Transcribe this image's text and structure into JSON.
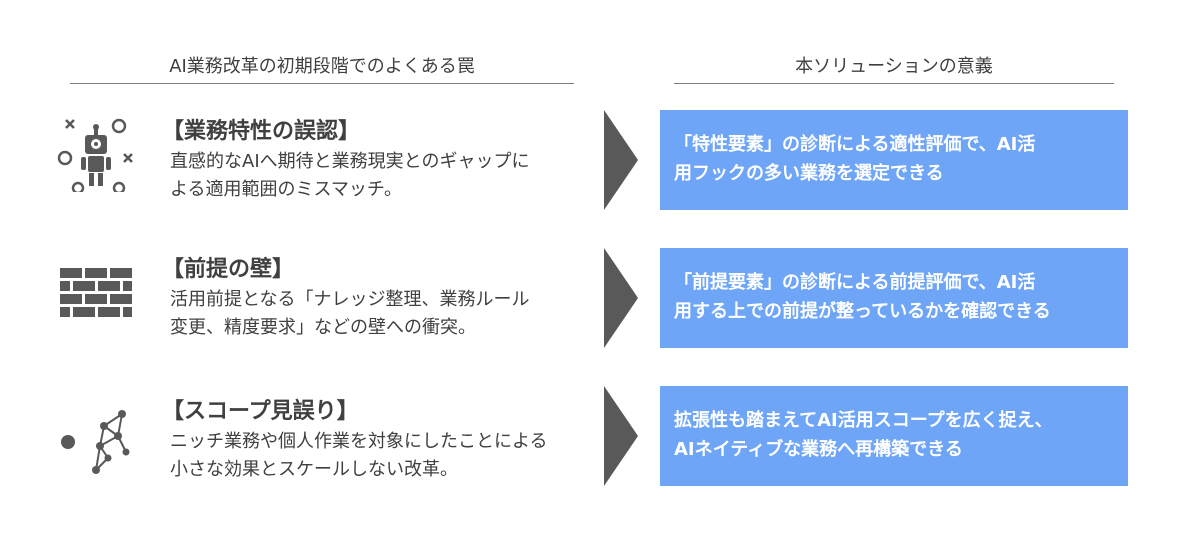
{
  "headers": {
    "left": "AI業務改革の初期段階でのよくある罠",
    "right": "本ソリューションの意義"
  },
  "rows": [
    {
      "icon": "robot-icon",
      "title": "【業務特性の誤認】",
      "desc": "直感的なAIへ期待と業務現実とのギャップに\nよる適用範囲のミスマッチ。",
      "solution": "「特性要素」の診断による適性評価で、AI活\n用フックの多い業務を選定できる"
    },
    {
      "icon": "brick-wall-icon",
      "title": "【前提の壁】",
      "desc": "活用前提となる「ナレッジ整理、業務ルール\n変更、精度要求」などの壁への衝突。",
      "solution": "「前提要素」の診断による前提評価で、AI活\n用する上での前提が整っているかを確認できる"
    },
    {
      "icon": "network-scope-icon",
      "title": "【スコープ見誤り】",
      "desc": "ニッチ業務や個人作業を対象にしたことによる\n小さな効果とスケールしない改革。",
      "solution": "拡張性も踏まえてAI活用スコープを広く捉え、\nAIネイティブな業務へ再構築できる"
    }
  ],
  "colors": {
    "text": "#404040",
    "icon": "#595959",
    "arrow": "#595959",
    "box": "#6ea5f7",
    "rule": "#7f7f7f"
  }
}
